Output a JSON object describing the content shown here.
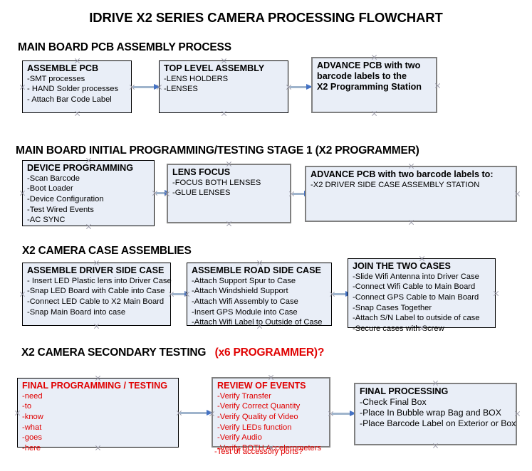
{
  "document": {
    "title": "IDRIVE X2  SERIES CAMERA PROCESSING FLOWCHART"
  },
  "sections": [
    {
      "heading": "MAIN BOARD PCB ASSEMBLY PROCESS",
      "heading_accent": "",
      "nodes": [
        {
          "title": "ASSEMBLE PCB",
          "lines": [
            "-SMT processes",
            "- HAND Solder processes",
            "- Attach Bar Code Label"
          ],
          "border": "black"
        },
        {
          "title": "TOP LEVEL ASSEMBLY",
          "lines": [
            "-LENS HOLDERS",
            "-LENSES"
          ],
          "border": "black"
        },
        {
          "title": "ADVANCE PCB with two",
          "lines": [
            "barcode labels to the",
            " X2 Programming Station"
          ],
          "border": "gray"
        }
      ]
    },
    {
      "heading": "MAIN BOARD INITIAL PROGRAMMING/TESTING STAGE 1 (X2 PROGRAMMER)",
      "heading_accent": "",
      "nodes": [
        {
          "title": "DEVICE PROGRAMMING",
          "lines": [
            "-Scan Barcode",
            "-Boot Loader",
            "-Device Configuration",
            "-Test Wired Events",
            "-AC SYNC"
          ],
          "border": "black"
        },
        {
          "title": "LENS FOCUS",
          "lines": [
            "-FOCUS BOTH LENSES",
            "-GLUE LENSES"
          ],
          "border": "gray"
        },
        {
          "title": "ADVANCE PCB with two barcode labels to:",
          "lines": [
            "-X2 DRIVER  SIDE  CASE  ASSEMBLY STATION"
          ],
          "border": "gray"
        }
      ]
    },
    {
      "heading": "X2 CAMERA CASE ASSEMBLIES",
      "heading_accent": "",
      "nodes": [
        {
          "title": "ASSEMBLE DRIVER SIDE CASE",
          "lines": [
            "- Insert LED Plastic lens into Driver Case",
            "-Snap LED Board with Cable into Case",
            "-Connect LED Cable to X2 Main Board",
            "-Snap Main Board into case"
          ],
          "border": "black"
        },
        {
          "title": "ASSEMBLE ROAD SIDE CASE",
          "lines": [
            "-Attach Support Spur to Case",
            "-Attach Windshield Support",
            "-Attach Wifi Assembly to Case",
            "-Insert GPS Module into Case",
            "-Attach Wifi Label to Outside of Case"
          ],
          "border": "black"
        },
        {
          "title": "JOIN THE TWO CASES",
          "lines": [
            "-Slide Wifi Antenna into Driver Case",
            "-Connect Wifi Cable to Main Board",
            "-Connect GPS Cable to Main Board",
            "-Snap Cases Together",
            "-Attach S/N Label to outside of case",
            "-Secure cases with Screw"
          ],
          "border": "black"
        }
      ]
    },
    {
      "heading": "X2 CAMERA SECONDARY TESTING",
      "heading_accent": "(x6 PROGRAMMER)?",
      "nodes": [
        {
          "title": "FINAL PROGRAMMING / TESTING",
          "lines": [
            "-need",
            "-to",
            "-know",
            "-what",
            "-goes",
            "-here"
          ],
          "border": "black"
        },
        {
          "title": "REVIEW OF EVENTS",
          "lines": [
            "-Verify Transfer",
            "-Verify Correct Quantity",
            "-Verify Quality of Video",
            "-Verify LEDs function",
            "-Verify Audio",
            "-Verify BOTH Accelerometers"
          ],
          "overflow_line": "-Test of accessory ports?",
          "border": "gray"
        },
        {
          "title": "FINAL PROCESSING",
          "lines": [
            " -Check Final Box",
            "-Place In Bubble wrap Bag and BOX",
            "-Place Barcode Label on Exterior or Box"
          ],
          "border": "gray"
        }
      ]
    }
  ],
  "colors": {
    "node_fill": "#e9eef7",
    "accent_red": "#e00000",
    "arrow_head": "#4472c4",
    "arrow_line": "#9fb4cc",
    "border_black": "#000000",
    "border_gray": "#808080"
  }
}
